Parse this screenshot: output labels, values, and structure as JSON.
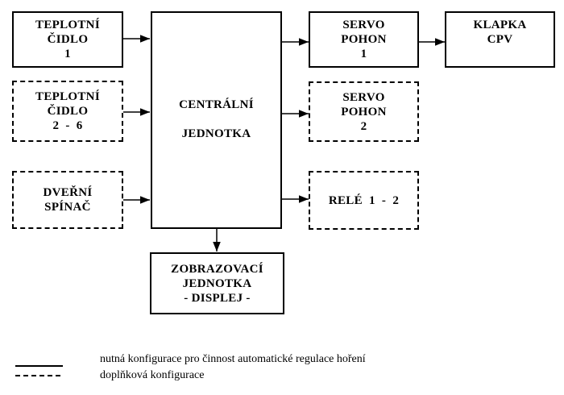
{
  "blocks": {
    "teplotni_cidlo_1": [
      "TEPLOTNÍ",
      "ČIDLO",
      "1"
    ],
    "teplotni_cidlo_2_6": [
      "TEPLOTNÍ",
      "ČIDLO",
      "2  -  6"
    ],
    "dverni_spinac": [
      "DVEŘNÍ",
      "SPÍNAČ"
    ],
    "centralni_jednotka": [
      "CENTRÁLNÍ",
      "",
      "JEDNOTKA"
    ],
    "servo_pohon_1": [
      "SERVO",
      "POHON",
      "1"
    ],
    "servo_pohon_2": [
      "SERVO",
      "POHON",
      "2"
    ],
    "rele_1_2": [
      "RELÉ  1  -  2"
    ],
    "klapka_cpv": [
      "KLAPKA",
      "CPV"
    ],
    "zobrazovaci_jednotka": [
      "ZOBRAZOVACÍ",
      "JEDNOTKA",
      "- DISPLEJ -"
    ]
  },
  "legend": {
    "solid": "nutná konfigurace pro činnost automatické regulace hoření",
    "dashed": "doplňková konfigurace"
  }
}
